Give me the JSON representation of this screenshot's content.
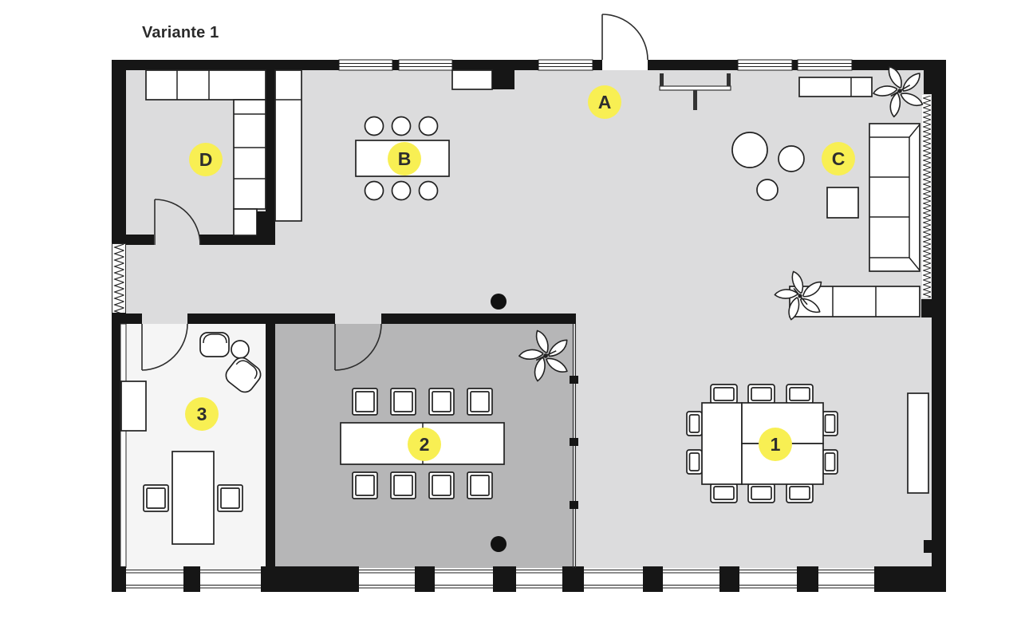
{
  "title": "Variante 1",
  "markers": {
    "a": "A",
    "b": "B",
    "c": "C",
    "d": "D",
    "n1": "1",
    "n2": "2",
    "n3": "3"
  },
  "colors": {
    "marker_fill": "#F8EF53",
    "marker_text": "#2E2E2E",
    "wall": "#161616",
    "floor_light": "#DCDCDD",
    "floor_meeting": "#B6B6B7",
    "floor_office": "#F5F5F5",
    "furniture_outline": "#222222",
    "background": "#FFFFFF"
  }
}
